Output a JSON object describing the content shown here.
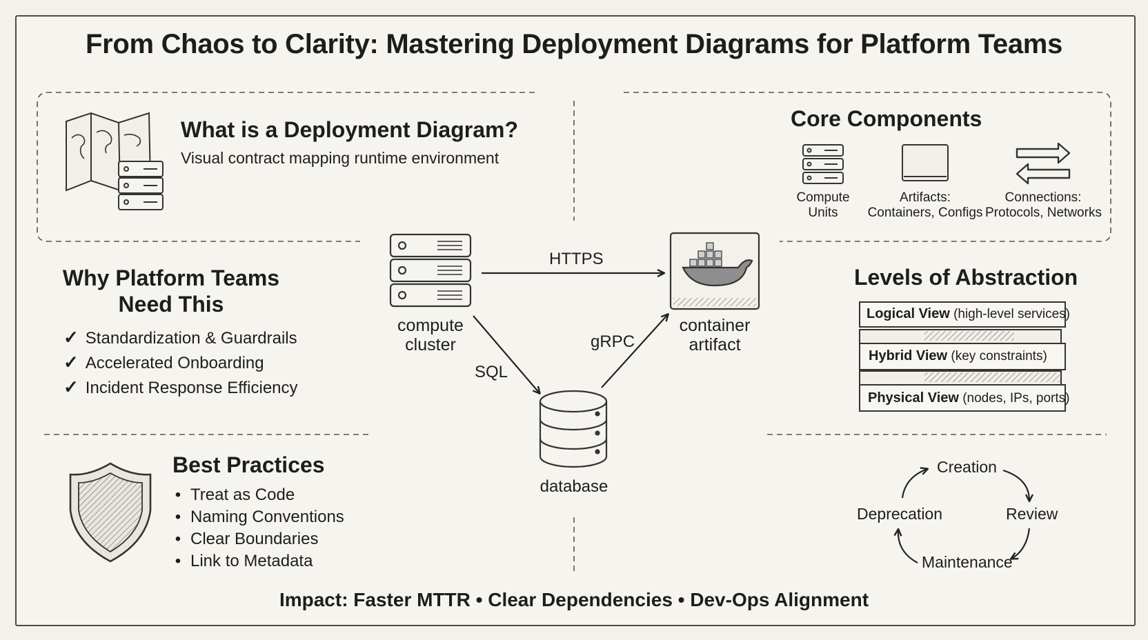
{
  "title": "From Chaos to Clarity: Mastering Deployment Diagrams for Platform Teams",
  "what": {
    "heading": "What is a Deployment Diagram?",
    "subtitle": "Visual contract mapping runtime environment"
  },
  "core": {
    "heading": "Core Components",
    "items": [
      {
        "label1": "Compute",
        "label2": "Units",
        "icon": "server-rack-icon"
      },
      {
        "label1": "Artifacts:",
        "label2": "Containers, Configs",
        "icon": "artifact-box-icon"
      },
      {
        "label1": "Connections:",
        "label2": "Protocols, Networks",
        "icon": "bidirectional-arrows-icon"
      }
    ]
  },
  "why": {
    "heading_line1": "Why Platform Teams",
    "heading_line2": "Need This",
    "check": "✓",
    "items": [
      "Standardization & Guardrails",
      "Accelerated Onboarding",
      "Incident Response Efficiency"
    ]
  },
  "diagram": {
    "compute_line1": "compute",
    "compute_line2": "cluster",
    "container_line1": "container",
    "container_line2": "artifact",
    "database": "database",
    "https": "HTTPS",
    "sql": "SQL",
    "grpc": "gRPC"
  },
  "levels": {
    "heading": "Levels of Abstraction",
    "items": [
      {
        "name": "Logical View",
        "detail": "(high-level services)"
      },
      {
        "name": "Hybrid View",
        "detail": "(key constraints)"
      },
      {
        "name": "Physical View",
        "detail": "(nodes, IPs, ports)"
      }
    ]
  },
  "best": {
    "heading": "Best Practices",
    "bullet": "•",
    "items": [
      "Treat as Code",
      "Naming Conventions",
      "Clear Boundaries",
      "Link to Metadata"
    ]
  },
  "lifecycle": {
    "creation": "Creation",
    "review": "Review",
    "maintenance": "Maintenance",
    "deprecation": "Deprecation"
  },
  "impact": "Impact: Faster MTTR • Clear Dependencies • Dev-Ops Alignment",
  "colors": {
    "ink": "#1d1d1d",
    "paper": "#f6f4ee",
    "line": "#4a4a4a"
  }
}
